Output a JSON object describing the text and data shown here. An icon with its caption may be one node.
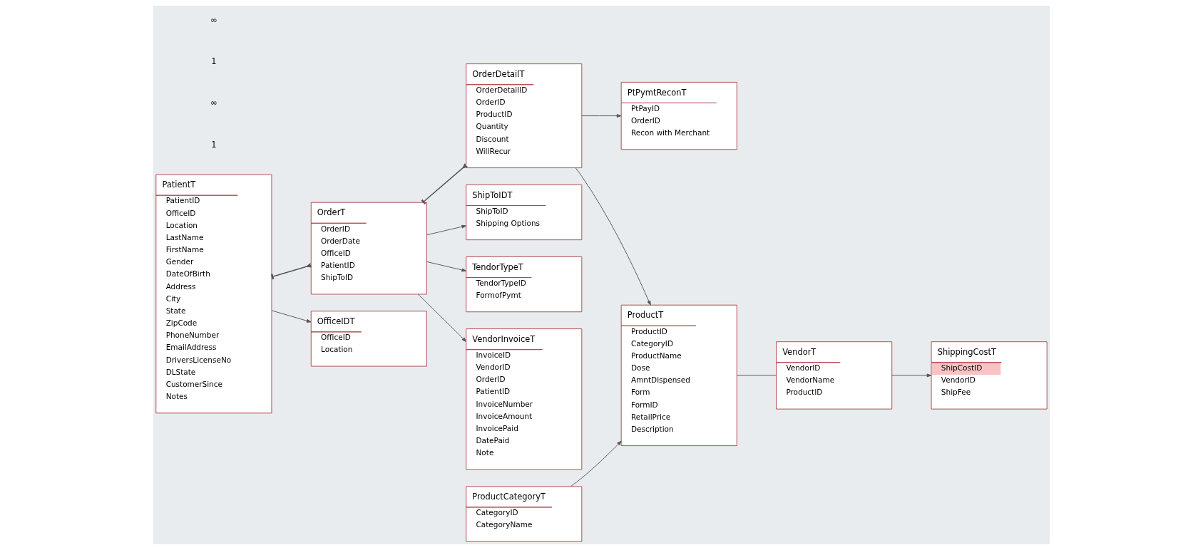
{
  "diagram": {
    "nodes": [
      {
        "text": [
          "PatientT",
          "PatientID",
          "OfficeID",
          "Location",
          "LastName",
          "FirstName",
          "Gender",
          "DateOfBirth",
          "Address",
          "City",
          "State",
          "ZipCode",
          "PhoneNumber",
          "EmailAddress",
          "DriversLicenseNo",
          "DLState",
          "CustomerSince",
          "Notes"
        ]
      },
      {
        "text": [
          "OrderT",
          "OrderID",
          "OrderDate",
          "OfficeID",
          "PatientID",
          "ShipToID"
        ]
      },
      {
        "text": [
          "OrderDetailT",
          "OrderDetailID",
          "OrderID",
          "ProductID",
          "Quantity",
          "Discount",
          "WillRecur"
        ]
      },
      {
        "text": [
          "ProductCategoryT",
          "CategoryID",
          "CategoryName"
        ]
      },
      {
        "text": [
          "VendorT",
          "VendorID",
          "VendorName",
          "ProductID"
        ]
      },
      {
        "text": [
          "ShipToIDT",
          "ShipToID",
          "Shipping Options"
        ]
      },
      {
        "text": [
          "ProductT",
          "ProductID",
          "CategoryID",
          "ProductName",
          "Dose",
          "AmntDispensed",
          "Form",
          "FormID",
          "RetailPrice",
          "Description"
        ]
      },
      {
        "text": [
          "ShippingCostT",
          "ShipCostID",
          "VendorID",
          "ShipFee"
        ]
      },
      {
        "text": [
          "TendorTypeT",
          "TendorTypeID",
          "FormofPymt"
        ]
      },
      {
        "text": [
          "VendorInvoiceT",
          "InvoiceID",
          "VendorID",
          "OrderID",
          "PatientID",
          "InvoiceNumber",
          "InvoiceAmount",
          "InvoicePaid",
          "DatePaid",
          "Note"
        ]
      },
      {
        "text": [
          "OfficeIDT",
          "OfficeID",
          "Location"
        ]
      },
      {
        "text": [
          "PtPymtReconT",
          "PtPayID",
          "OrderID",
          "Recon with Merchant"
        ]
      }
    ],
    "edges": [
      {
        "from": 0,
        "to": 1,
        "arrow": "other"
      },
      {
        "from": 0,
        "to": 10,
        "arrow": "to"
      },
      {
        "from": 1,
        "to": 2,
        "arrow": "other"
      },
      {
        "from": 1,
        "to": 5,
        "arrow": "to"
      },
      {
        "from": 1,
        "to": 8,
        "arrow": "to"
      },
      {
        "from": 1,
        "to": 9,
        "arrow": "to"
      },
      {
        "from": 2,
        "to": 6,
        "arrow": "to"
      },
      {
        "from": 2,
        "to": 11,
        "arrow": "to"
      },
      {
        "from": 3,
        "to": 6,
        "arrow": "to"
      },
      {
        "from": 6,
        "to": 4,
        "arrow": "none"
      },
      {
        "from": 4,
        "to": 7,
        "arrow": "to"
      }
    ],
    "labels": [
      "1",
      "∞",
      "1",
      "∞"
    ]
  }
}
